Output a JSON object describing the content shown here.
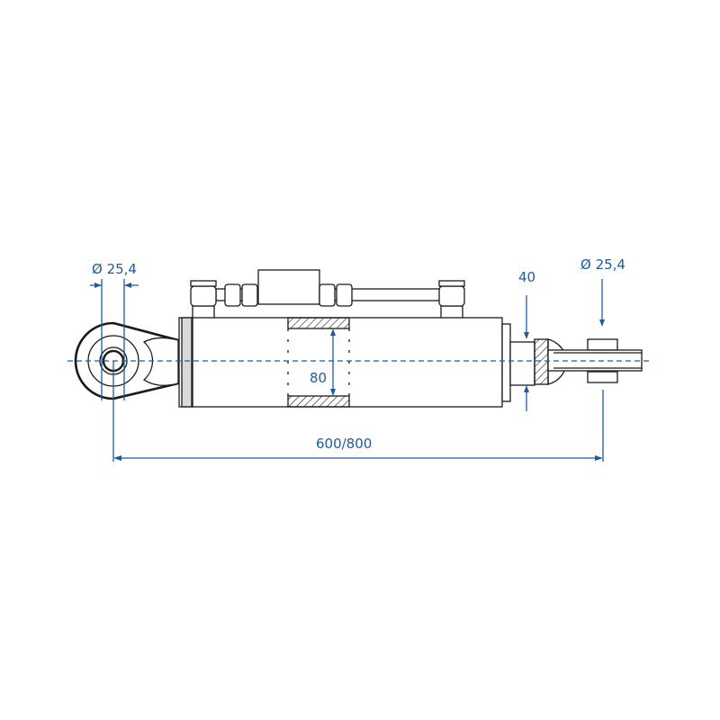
{
  "dimensions": {
    "left_pin_diameter": "Ø 25,4",
    "right_pin_diameter": "Ø 25,4",
    "rod_diameter": "40",
    "bore_diameter": "80",
    "length": "600/800"
  },
  "colors": {
    "dimension": "#1f5aa0",
    "outline": "#1a1a1a",
    "flange": "#d9d9d9"
  }
}
